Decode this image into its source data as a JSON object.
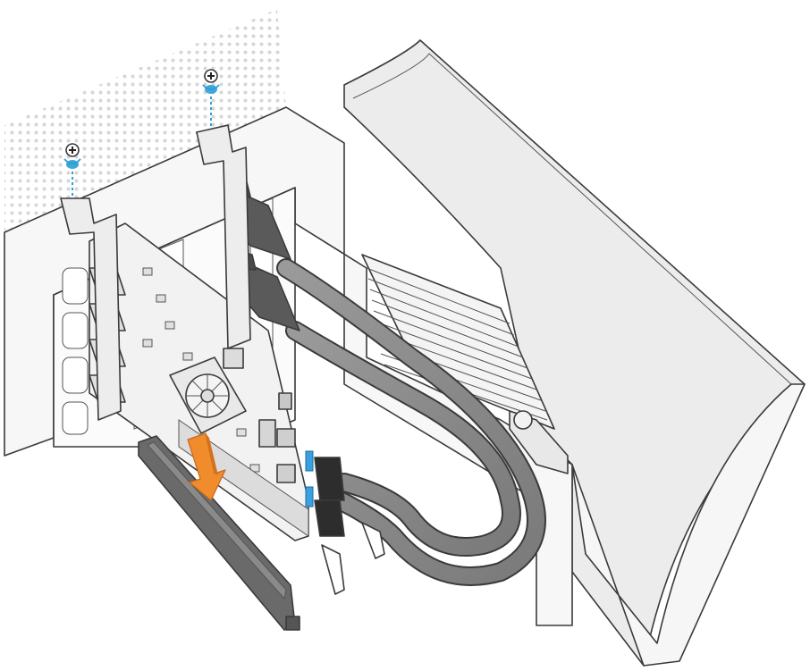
{
  "scene": {
    "description_labels": [],
    "parts": {
      "chassis": "computer-chassis",
      "side_panel": "removed-side-panel",
      "heatsink": "heatsink-fins",
      "expansion_card": "pcie-expansion-card",
      "fan": "card-cooling-fan",
      "slot": "pcie-x16-slot",
      "cables": "power-cables",
      "screws": "bracket-screws"
    }
  },
  "colors": {
    "arrow": "#f08c2c",
    "screw_guide": "#2a9fd6",
    "cable": "#8a8a8a",
    "slot": "#6a6a6a",
    "board": "#f2f2f2",
    "connector_clip": "#3aa0e0",
    "panel": "#ececec"
  },
  "icons": {
    "insert_arrow": "arrow-down-icon",
    "screw": "screw-icon",
    "rotation": "rotate-icon"
  }
}
